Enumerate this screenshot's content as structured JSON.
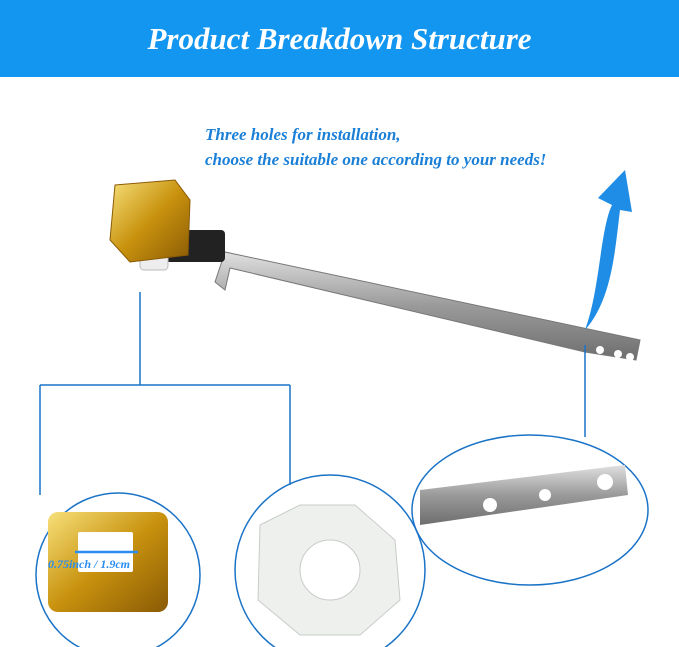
{
  "header": {
    "title": "Product Breakdown Structure"
  },
  "note": {
    "line1": "Three holes for installation,",
    "line2": "choose the suitable one according to your needs!"
  },
  "dimension_label": "0.75inch / 1.9cm",
  "colors": {
    "accent": "#1296f0",
    "text_blue": "#1a7fd6",
    "gold": "#d4a017"
  }
}
